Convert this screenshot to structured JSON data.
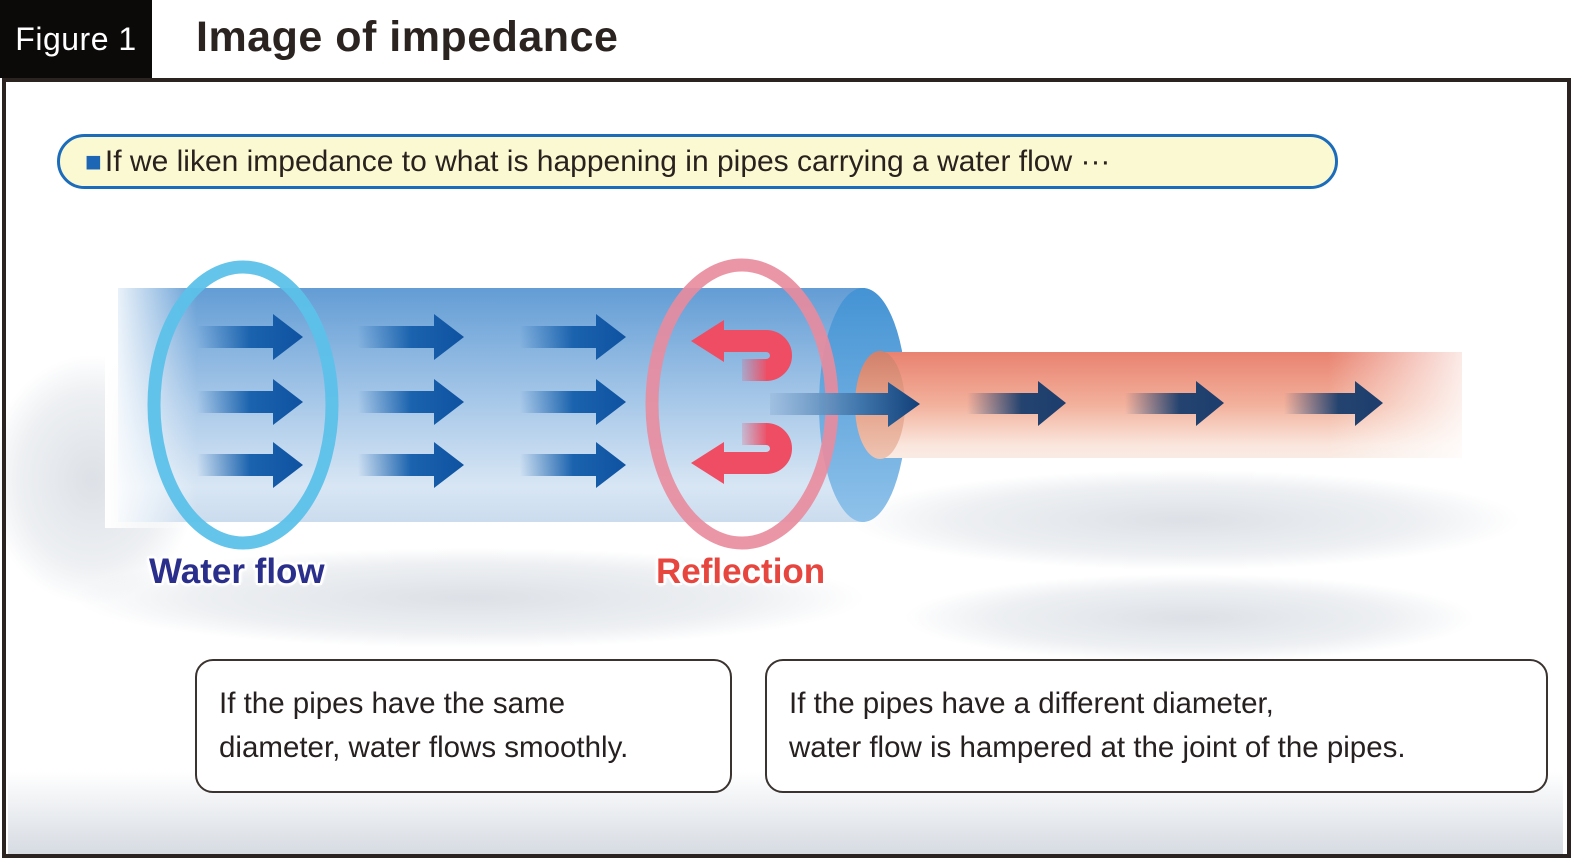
{
  "figure": {
    "label": "Figure 1",
    "title": "Image of impedance"
  },
  "callout": {
    "bullet": "■",
    "text": "If we liken impedance to what is happening in pipes carrying a water flow ···"
  },
  "diagram": {
    "water_flow_label": "Water flow",
    "reflection_label": "Reflection",
    "colors": {
      "large_pipe_top": "#639dd5",
      "large_pipe_bottom": "#cbdcee",
      "small_pipe_top": "#e98270",
      "small_pipe_bottom": "#fbefe9",
      "flow_arrow_blue": "#0e52a1",
      "transmitted_arrow_navy": "#1c3d6e",
      "reflection_arrow_red": "#ee4d64",
      "water_flow_ellipse": "#5cc1e9",
      "reflection_ellipse": "#e98b9d",
      "water_flow_label": "#2b2f8c",
      "reflection_label": "#e7463f",
      "callout_background": "#fbf9d2",
      "callout_border": "#1c6cbc"
    }
  },
  "notes": {
    "same_diameter": "If the pipes have the same\ndiameter, water flows smoothly.",
    "different_diameter": "If the pipes have a different diameter,\nwater flow is hampered at the joint of the pipes."
  }
}
